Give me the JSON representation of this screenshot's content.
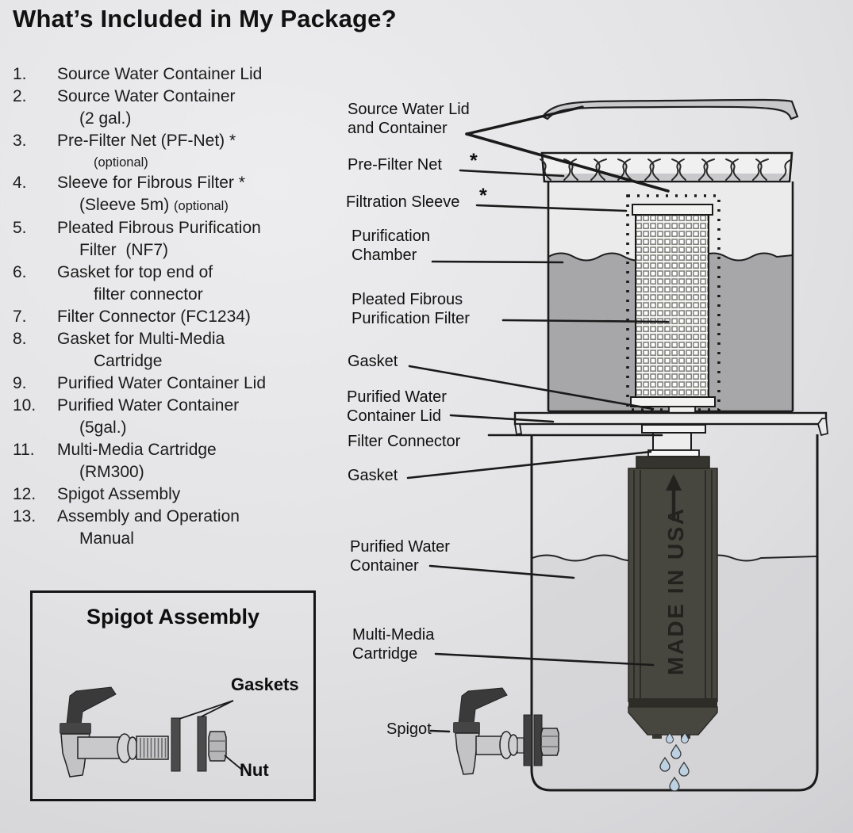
{
  "page": {
    "title": "What’s Included in My Package?"
  },
  "parts_list": [
    {
      "num": "1.",
      "lines": [
        {
          "indent": 0,
          "segs": [
            {
              "t": "Source Water Container Lid"
            }
          ]
        }
      ]
    },
    {
      "num": "2.",
      "lines": [
        {
          "indent": 0,
          "segs": [
            {
              "t": "Source Water Container"
            }
          ]
        },
        {
          "indent": 1,
          "segs": [
            {
              "t": "(2 gal.)"
            }
          ]
        }
      ]
    },
    {
      "num": "3.",
      "lines": [
        {
          "indent": 0,
          "segs": [
            {
              "t": "Pre-Filter Net (PF-Net) *"
            }
          ]
        },
        {
          "indent": 2,
          "segs": [
            {
              "t": "(optional)",
              "small": true
            }
          ]
        }
      ]
    },
    {
      "num": "4.",
      "lines": [
        {
          "indent": 0,
          "segs": [
            {
              "t": "Sleeve for Fibrous Filter *"
            }
          ]
        },
        {
          "indent": 1,
          "segs": [
            {
              "t": "(Sleeve 5m) "
            },
            {
              "t": "(optional)",
              "small": true
            }
          ]
        }
      ]
    },
    {
      "num": "5.",
      "lines": [
        {
          "indent": 0,
          "segs": [
            {
              "t": "Pleated Fibrous Purification"
            }
          ]
        },
        {
          "indent": 1,
          "segs": [
            {
              "t": "Filter  (NF7)"
            }
          ]
        }
      ]
    },
    {
      "num": "6.",
      "lines": [
        {
          "indent": 0,
          "segs": [
            {
              "t": "Gasket for top end of"
            }
          ]
        },
        {
          "indent": 2,
          "segs": [
            {
              "t": "filter connector"
            }
          ]
        }
      ]
    },
    {
      "num": "7.",
      "lines": [
        {
          "indent": 0,
          "segs": [
            {
              "t": "Filter Connector (FC1234)"
            }
          ]
        }
      ]
    },
    {
      "num": "8.",
      "lines": [
        {
          "indent": 0,
          "segs": [
            {
              "t": "Gasket for Multi-Media"
            }
          ]
        },
        {
          "indent": 2,
          "segs": [
            {
              "t": "Cartridge"
            }
          ]
        }
      ]
    },
    {
      "num": "9.",
      "lines": [
        {
          "indent": 0,
          "segs": [
            {
              "t": "Purified Water Container Lid"
            }
          ]
        }
      ]
    },
    {
      "num": "10.",
      "lines": [
        {
          "indent": 0,
          "segs": [
            {
              "t": "Purified Water Container"
            }
          ]
        },
        {
          "indent": 1,
          "segs": [
            {
              "t": "(5gal.)"
            }
          ]
        }
      ]
    },
    {
      "num": "11.",
      "lines": [
        {
          "indent": 0,
          "segs": [
            {
              "t": "Multi-Media Cartridge"
            }
          ]
        },
        {
          "indent": 1,
          "segs": [
            {
              "t": "(RM300)"
            }
          ]
        }
      ]
    },
    {
      "num": "12.",
      "lines": [
        {
          "indent": 0,
          "segs": [
            {
              "t": "Spigot Assembly"
            }
          ]
        }
      ]
    },
    {
      "num": "13.",
      "lines": [
        {
          "indent": 0,
          "segs": [
            {
              "t": "Assembly and Operation"
            }
          ]
        },
        {
          "indent": 1,
          "segs": [
            {
              "t": "Manual"
            }
          ]
        }
      ]
    }
  ],
  "callouts": {
    "source_water": {
      "l1": "Source Water Lid",
      "l2": "and Container"
    },
    "pre_filter": {
      "l1": "Pre-Filter Net",
      "star": "*"
    },
    "sleeve": {
      "l1": "Filtration Sleeve",
      "star": "*"
    },
    "chamber": {
      "l1": "Purification",
      "l2": "Chamber"
    },
    "pleated": {
      "l1": "Pleated Fibrous",
      "l2": "Purification Filter"
    },
    "gasket_top": {
      "l1": "Gasket"
    },
    "pwc_lid": {
      "l1": "Purified Water",
      "l2": "Container Lid"
    },
    "connector": {
      "l1": "Filter Connector"
    },
    "gasket_bottom": {
      "l1": "Gasket"
    },
    "pwc": {
      "l1": "Purified Water",
      "l2": "Container"
    },
    "cartridge": {
      "l1": "Multi-Media",
      "l2": "Cartridge"
    },
    "spigot": {
      "l1": "Spigot"
    }
  },
  "diagram": {
    "cartridge_text": "MADE IN USA"
  },
  "spigot_box": {
    "title": "Spigot Assembly",
    "gaskets_label": "Gaskets",
    "nut_label": "Nut"
  },
  "colors": {
    "ink": "#1a1a1a",
    "water": "#a7a7a9",
    "cartridge": "#47463f",
    "droplet": "#bcd2e2",
    "paper": "#e3e3e5"
  }
}
